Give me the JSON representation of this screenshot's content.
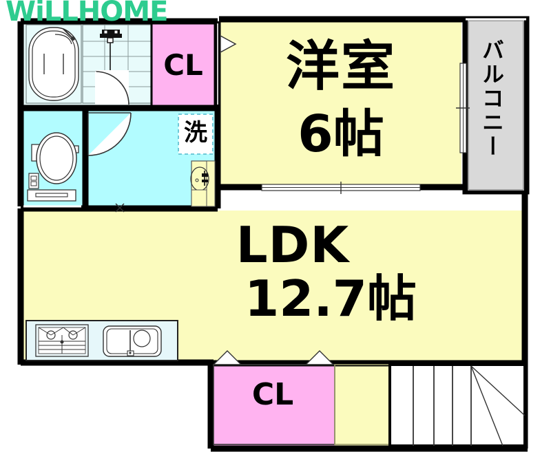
{
  "watermark": {
    "text": "WiLLHOME",
    "color": "#2ecc8f"
  },
  "palette": {
    "room_yellow": "#fbfbbe",
    "wet_cyan": "#b2fcff",
    "closet_pink": "#ffb3f0",
    "balcony_gray": "#d9d9d9",
    "wall_black": "#000000",
    "white": "#ffffff",
    "bath_tint": "#e8fbfb",
    "kitchen_tint": "#e6f7fa"
  },
  "rooms": [
    {
      "id": "bathroom",
      "label": "",
      "fill": "#e8fbfb"
    },
    {
      "id": "closet_top",
      "label": "CL",
      "fill": "#ffb3f0"
    },
    {
      "id": "bedroom",
      "label": "洋室",
      "sub": "6帖",
      "fill": "#fbfbbe"
    },
    {
      "id": "balcony",
      "label": "バルコニー",
      "fill": "#d9d9d9"
    },
    {
      "id": "toilet",
      "label": "",
      "fill": "#b2fcff"
    },
    {
      "id": "washroom",
      "label": "洗",
      "fill": "#b2fcff"
    },
    {
      "id": "ldk",
      "label": "LDK",
      "sub": "12.7帖",
      "fill": "#fbfbbe"
    },
    {
      "id": "closet_bottom",
      "label": "CL",
      "fill": "#ffb3f0"
    },
    {
      "id": "entry_hall",
      "label": "",
      "fill": "#fbfbbe"
    },
    {
      "id": "stairs",
      "label": "",
      "fill": "#ffffff"
    }
  ],
  "labels": {
    "bedroom_name": "洋室",
    "bedroom_size": "6帖",
    "ldk_name": "LDK",
    "ldk_size": "12.7帖",
    "closet_top": "CL",
    "closet_bottom": "CL",
    "balcony": "バルコニー",
    "washer": "洗"
  },
  "fixtures": {
    "bathtub": "bathtub-icon",
    "shower_head": "shower-head-icon",
    "toilet": "toilet-icon",
    "vanity_sink": "vanity-sink-icon",
    "washer_slot": "washing-machine-slot-icon",
    "gas_stove": "gas-stove-icon",
    "kitchen_sink": "kitchen-sink-icon",
    "stairs": "stairs-icon",
    "door_swing_washroom": "door-swing-icon",
    "door_swing_bathroom": "door-swing-icon",
    "sliding_door_ldk": "sliding-door-icon",
    "sliding_door_balcony": "sliding-door-icon",
    "closet_door_bedroom": "closet-door-icon",
    "closet_doors_bottom": "closet-door-icon"
  }
}
